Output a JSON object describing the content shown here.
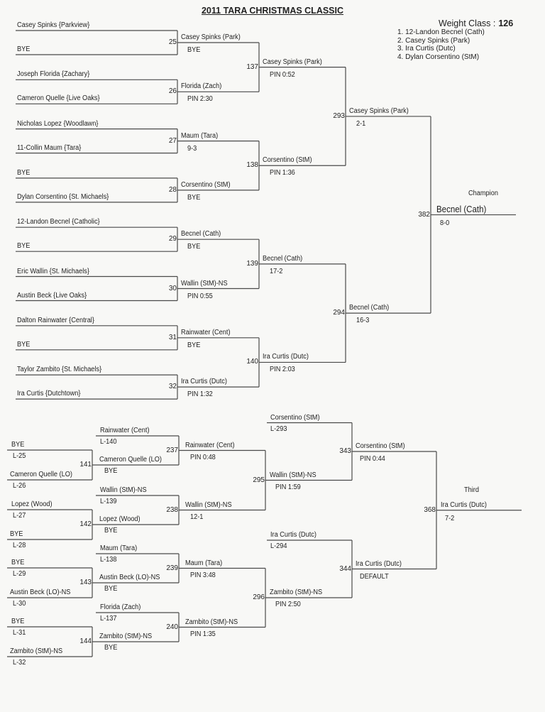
{
  "title": "2011 TARA CHRISTMAS CLASSIC",
  "weight_class": {
    "label": "Weight Class :",
    "value": "126"
  },
  "placings": [
    "1. 12-Landon Becnel (Cath)",
    "2. Casey Spinks (Park)",
    "3. Ira Curtis (Dutc)",
    "4. Dylan Corsentino (StM)"
  ],
  "championship": {
    "round1": [
      [
        "Casey Spinks {Parkview}",
        "BYE"
      ],
      [
        "Joseph Florida {Zachary}",
        "Cameron Quelle {Live Oaks}"
      ],
      [
        "Nicholas Lopez {Woodlawn}",
        "11-Collin Maum {Tara}"
      ],
      [
        "BYE",
        "Dylan Corsentino {St. Michaels}"
      ],
      [
        "12-Landon Becnel {Catholic}",
        "BYE"
      ],
      [
        "Eric Wallin {St. Michaels}",
        "Austin Beck {Live Oaks}"
      ],
      [
        "Dalton Rainwater {Central}",
        "BYE"
      ],
      [
        "Taylor Zambito {St. Michaels}",
        "Ira Curtis {Dutchtown}"
      ]
    ],
    "round2": [
      {
        "match": "25",
        "winner": "Casey Spinks (Park)",
        "result": "BYE"
      },
      {
        "match": "26",
        "winner": "Florida (Zach)",
        "result": "PIN 2:30"
      },
      {
        "match": "27",
        "winner": "Maum (Tara)",
        "result": "9-3"
      },
      {
        "match": "28",
        "winner": "Corsentino (StM)",
        "result": "BYE"
      },
      {
        "match": "29",
        "winner": "Becnel (Cath)",
        "result": "BYE"
      },
      {
        "match": "30",
        "winner": "Wallin (StM)-NS",
        "result": "PIN 0:55"
      },
      {
        "match": "31",
        "winner": "Rainwater (Cent)",
        "result": "BYE"
      },
      {
        "match": "32",
        "winner": "Ira Curtis (Dutc)",
        "result": "PIN 1:32"
      }
    ],
    "quarterfinals": [
      {
        "match": "137",
        "winner": "Casey Spinks (Park)",
        "result": "PIN 0:52"
      },
      {
        "match": "138",
        "winner": "Corsentino (StM)",
        "result": "PIN 1:36"
      },
      {
        "match": "139",
        "winner": "Becnel (Cath)",
        "result": "17-2"
      },
      {
        "match": "140",
        "winner": "Ira Curtis (Dutc)",
        "result": "PIN 2:03"
      }
    ],
    "semifinals": [
      {
        "match": "293",
        "winner": "Casey Spinks (Park)",
        "result": "2-1"
      },
      {
        "match": "294",
        "winner": "Becnel (Cath)",
        "result": "16-3"
      }
    ],
    "final": {
      "match": "382",
      "label": "Champion",
      "winner": "Becnel (Cath)",
      "result": "8-0"
    }
  },
  "consolation": {
    "round1": [
      [
        {
          "name": "BYE",
          "from": "L-25"
        },
        {
          "name": "Cameron Quelle (LO)",
          "from": "L-26"
        }
      ],
      [
        {
          "name": "Lopez (Wood)",
          "from": "L-27"
        },
        {
          "name": "BYE",
          "from": "L-28"
        }
      ],
      [
        {
          "name": "BYE",
          "from": "L-29"
        },
        {
          "name": "Austin Beck (LO)-NS",
          "from": "L-30"
        }
      ],
      [
        {
          "name": "BYE",
          "from": "L-31"
        },
        {
          "name": "Zambito (StM)-NS",
          "from": "L-32"
        }
      ]
    ],
    "round2": [
      {
        "match": "141",
        "winner": "Cameron Quelle (LO)",
        "result": "BYE",
        "dropin": {
          "name": "Rainwater (Cent)",
          "from": "L-140"
        }
      },
      {
        "match": "142",
        "winner": "Lopez (Wood)",
        "result": "BYE",
        "dropin": {
          "name": "Wallin (StM)-NS",
          "from": "L-139"
        }
      },
      {
        "match": "143",
        "winner": "Austin Beck (LO)-NS",
        "result": "BYE",
        "dropin": {
          "name": "Maum (Tara)",
          "from": "L-138"
        }
      },
      {
        "match": "144",
        "winner": "Zambito (StM)-NS",
        "result": "BYE",
        "dropin": {
          "name": "Florida (Zach)",
          "from": "L-137"
        }
      }
    ],
    "round3": [
      {
        "match": "237",
        "winner": "Rainwater (Cent)",
        "result": "PIN 0:48"
      },
      {
        "match": "238",
        "winner": "Wallin (StM)-NS",
        "result": "12-1"
      },
      {
        "match": "239",
        "winner": "Maum (Tara)",
        "result": "PIN 3:48"
      },
      {
        "match": "240",
        "winner": "Zambito (StM)-NS",
        "result": "PIN 1:35"
      }
    ],
    "round4": [
      {
        "match": "295",
        "winner": "Wallin (StM)-NS",
        "result": "PIN 1:59",
        "dropin": {
          "name": "Corsentino (StM)",
          "from": "L-293"
        }
      },
      {
        "match": "296",
        "winner": "Zambito (StM)-NS",
        "result": "PIN 2:50",
        "dropin": {
          "name": "Ira Curtis (Dutc)",
          "from": "L-294"
        }
      }
    ],
    "round5": [
      {
        "match": "343",
        "winner": "Corsentino (StM)",
        "result": "PIN 0:44"
      },
      {
        "match": "344",
        "winner": "Ira Curtis (Dutc)",
        "result": "DEFAULT"
      }
    ],
    "final": {
      "match": "368",
      "label": "Third",
      "winner": "Ira Curtis (Dutc)",
      "result": "7-2"
    }
  }
}
